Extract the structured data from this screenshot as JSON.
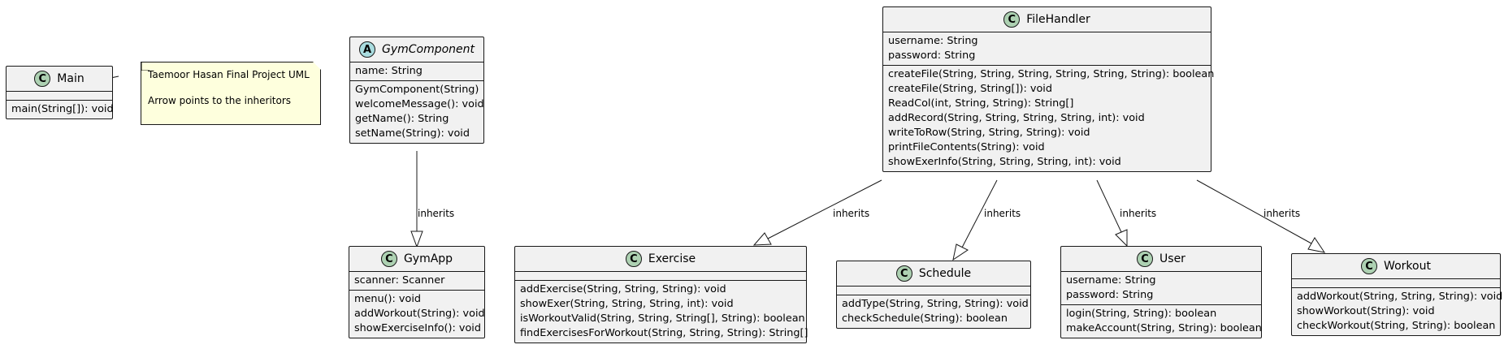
{
  "diagram": {
    "note": {
      "lines": [
        "Taemoor Hasan Final Project UML",
        "",
        "Arrow points to the inheritors"
      ]
    },
    "classes": {
      "main": {
        "kind": "C",
        "name": "Main",
        "fields": [],
        "methods": [
          "main(String[]): void"
        ]
      },
      "gymcomponent": {
        "kind": "A",
        "name": "GymComponent",
        "fields": [
          "name: String"
        ],
        "methods": [
          "GymComponent(String)",
          "welcomeMessage(): void",
          "getName(): String",
          "setName(String): void"
        ]
      },
      "gymapp": {
        "kind": "C",
        "name": "GymApp",
        "fields": [
          "scanner: Scanner"
        ],
        "methods": [
          "menu(): void",
          "addWorkout(String): void",
          "showExerciseInfo(): void"
        ]
      },
      "filehandler": {
        "kind": "C",
        "name": "FileHandler",
        "fields": [
          "username: String",
          "password: String"
        ],
        "methods": [
          "createFile(String, String, String, String, String, String): boolean",
          "createFile(String, String[]): void",
          "ReadCol(int, String, String): String[]",
          "addRecord(String, String, String, String, int): void",
          "writeToRow(String, String, String): void",
          "printFileContents(String): void",
          "showExerInfo(String, String, String, int): void"
        ]
      },
      "exercise": {
        "kind": "C",
        "name": "Exercise",
        "fields": [],
        "methods": [
          "addExercise(String, String, String): void",
          "showExer(String, String, String, int): void",
          "isWorkoutValid(String, String, String[], String): boolean",
          "findExercisesForWorkout(String, String, String): String[]"
        ]
      },
      "schedule": {
        "kind": "C",
        "name": "Schedule",
        "fields": [],
        "methods": [
          "addType(String, String, String): void",
          "checkSchedule(String): boolean"
        ]
      },
      "user": {
        "kind": "C",
        "name": "User",
        "fields": [
          "username: String",
          "password: String"
        ],
        "methods": [
          "login(String, String): boolean",
          "makeAccount(String, String): boolean"
        ]
      },
      "workout": {
        "kind": "C",
        "name": "Workout",
        "fields": [],
        "methods": [
          "addWorkout(String, String, String): void",
          "showWorkout(String): void",
          "checkWorkout(String, String): boolean"
        ]
      }
    },
    "edge_label": "inherits"
  }
}
